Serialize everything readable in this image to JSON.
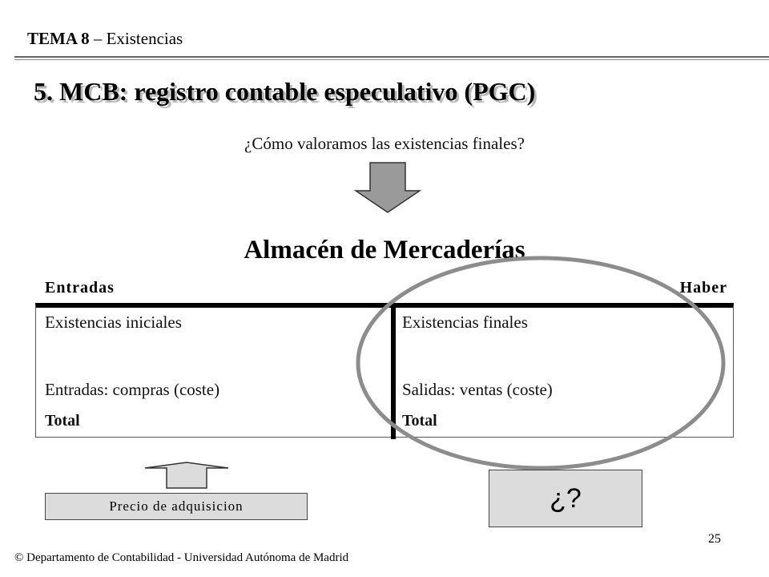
{
  "header": {
    "topic_bold": "TEMA 8",
    "topic_rest": " – Existencias"
  },
  "slide": {
    "title": "5. MCB: registro contable especulativo (PGC)",
    "question": "¿Cómo valoramos las existencias finales?",
    "account_title": "Almacén de Mercaderías"
  },
  "account": {
    "left_heading": "Entradas",
    "right_heading": "Haber",
    "left_rows": [
      "Existencias iniciales",
      "Entradas: compras (coste)",
      "Total"
    ],
    "right_rows": [
      "Existencias finales",
      "Salidas: ventas (coste)",
      "Total"
    ]
  },
  "boxes": {
    "price_label": "Precio de adquisicion",
    "unknown_label": "¿?"
  },
  "footer": {
    "page_number": "25",
    "copyright": "© Departamento de Contabilidad - Universidad Autónoma de Madrid"
  },
  "colors": {
    "arrow_fill": "#9a9a9a",
    "box_fill": "#dcdcdc",
    "ellipse_stroke": "#8c8c8c"
  },
  "icons": [
    "down-arrow-icon",
    "up-arrow-icon",
    "highlight-ellipse"
  ]
}
